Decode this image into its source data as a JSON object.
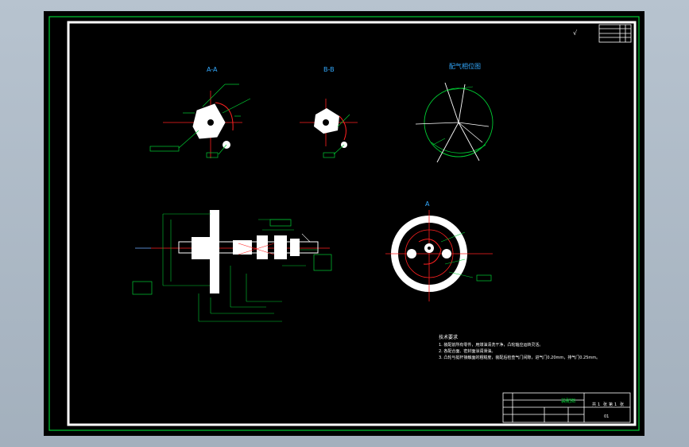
{
  "drawing": {
    "section_a_label": "A-A",
    "section_b_label": "B-B",
    "view_angle_label": "配气相位图",
    "view_a_label": "A",
    "corner_symbol": "√",
    "tech_requirements_title": "技术要求",
    "tech_lines": [
      "1. 装配前所有零件，用煤油清洗干净，凸轮轴应运转灵活。",
      "2. 各配合面、密封面涂润滑油。",
      "3. 凸轮与挺杆接触面的粗糙度，装配后检查气门间隙，进气门0.20mm，排气门0.25mm。"
    ],
    "title_block": {
      "name": "装配图",
      "scale_cells": [
        "共",
        "1",
        "张",
        "第",
        "1",
        "张"
      ],
      "sheet_no": "01"
    }
  },
  "colors": {
    "sheet": "#000000",
    "frame": "#ffffff",
    "construction": "#00cc33",
    "text": "#00cc33",
    "accent": "#ff2020",
    "label": "#33aaff"
  }
}
